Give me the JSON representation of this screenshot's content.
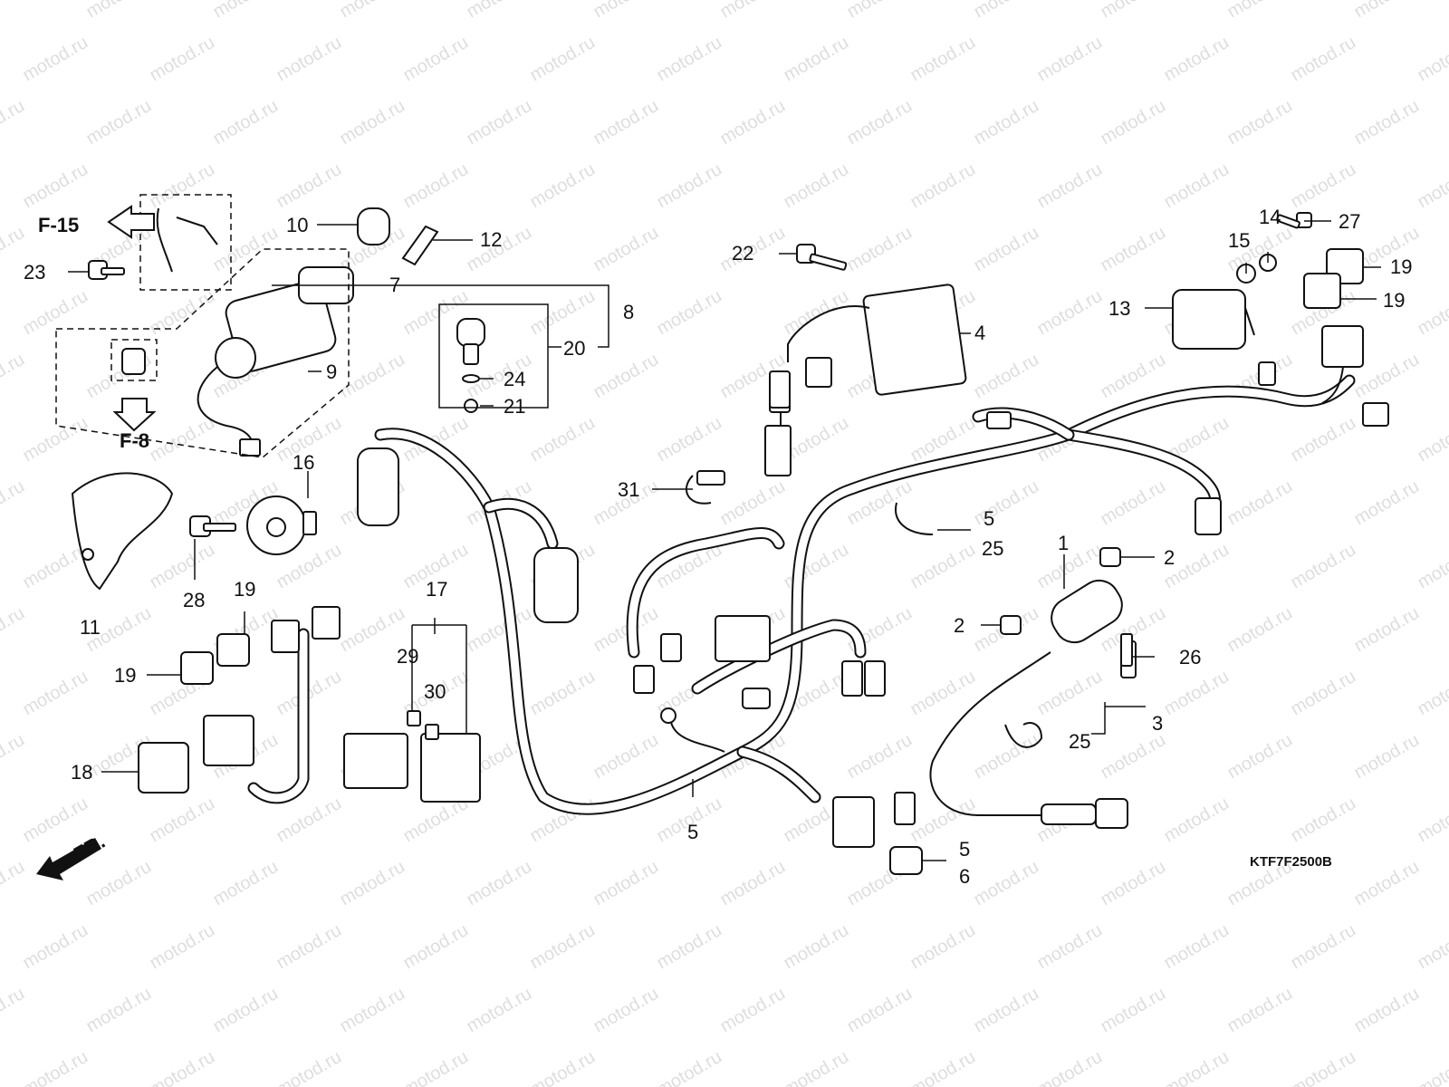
{
  "diagram": {
    "watermark_text": "motod.ru",
    "drawing_code": "KTF7F2500B",
    "front_label": "FR.",
    "figure_refs": [
      "F-15",
      "F-8"
    ],
    "callouts": [
      "1",
      "2",
      "2",
      "3",
      "4",
      "5",
      "5",
      "5",
      "6",
      "7",
      "8",
      "9",
      "10",
      "11",
      "12",
      "13",
      "14",
      "15",
      "16",
      "17",
      "18",
      "19",
      "19",
      "19",
      "19",
      "20",
      "21",
      "22",
      "23",
      "24",
      "25",
      "25",
      "26",
      "27",
      "28",
      "29",
      "30",
      "31"
    ]
  }
}
